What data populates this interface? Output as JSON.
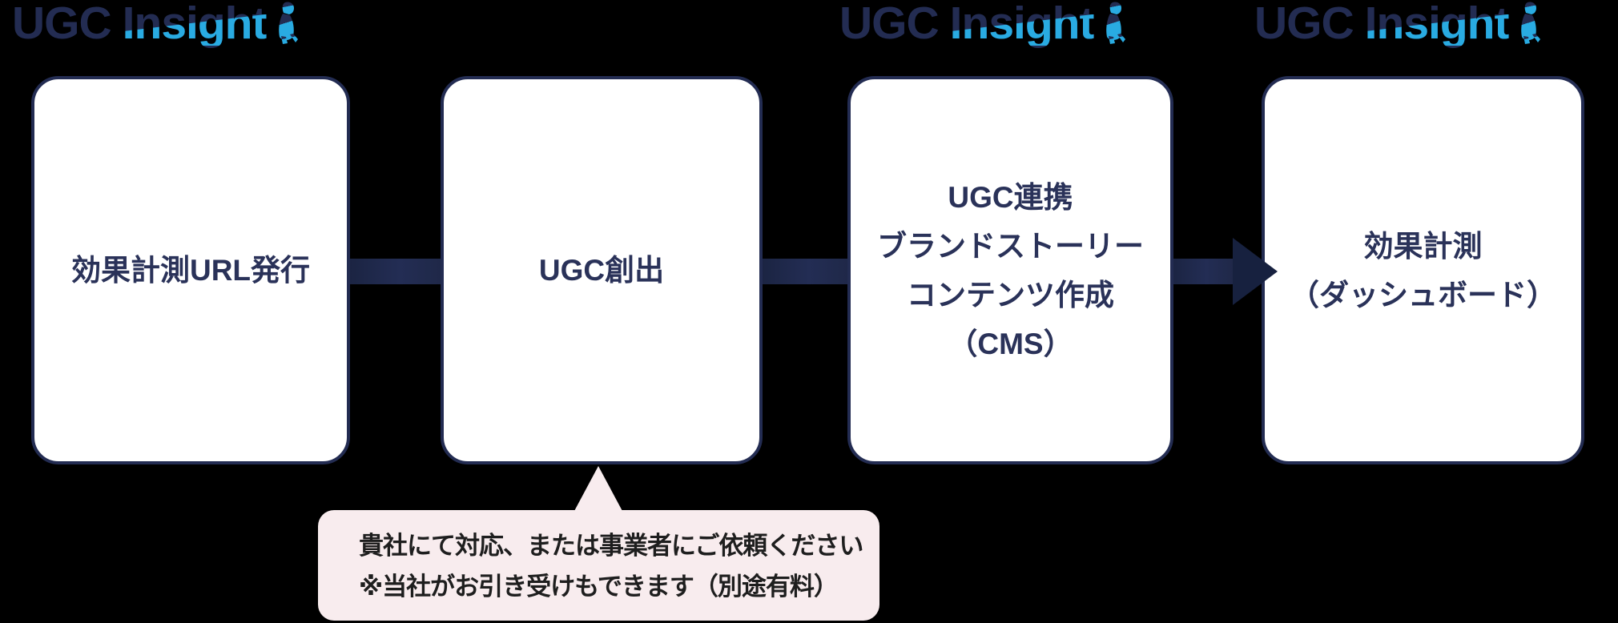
{
  "logo": {
    "ugc": "UGC",
    "insight": "Insight",
    "mascot": "walking-person-mascot-icon",
    "color_dark_navy": "#232c52",
    "color_light_blue": "#29abe2"
  },
  "boxes": [
    {
      "lines": [
        "効果計測URL発行"
      ]
    },
    {
      "lines": [
        "UGC創出"
      ]
    },
    {
      "lines": [
        "UGC連携",
        "ブランドストーリー",
        "コンテンツ作成",
        "（CMS）"
      ]
    },
    {
      "lines": [
        "効果計測",
        "（ダッシュボード）"
      ]
    }
  ],
  "callout": {
    "line1": "貴社にて対応、または事業者にご依頼ください",
    "line2": "※当社がお引き受けもできます（別途有料）"
  },
  "colors": {
    "background": "#000000",
    "box_fill": "#ffffff",
    "box_border": "#232c52",
    "box_text": "#2a3259",
    "connector": "#202a4c",
    "arrow_head": "#17213f",
    "callout_fill": "#f8ecee",
    "callout_text": "#1e1e1e"
  }
}
